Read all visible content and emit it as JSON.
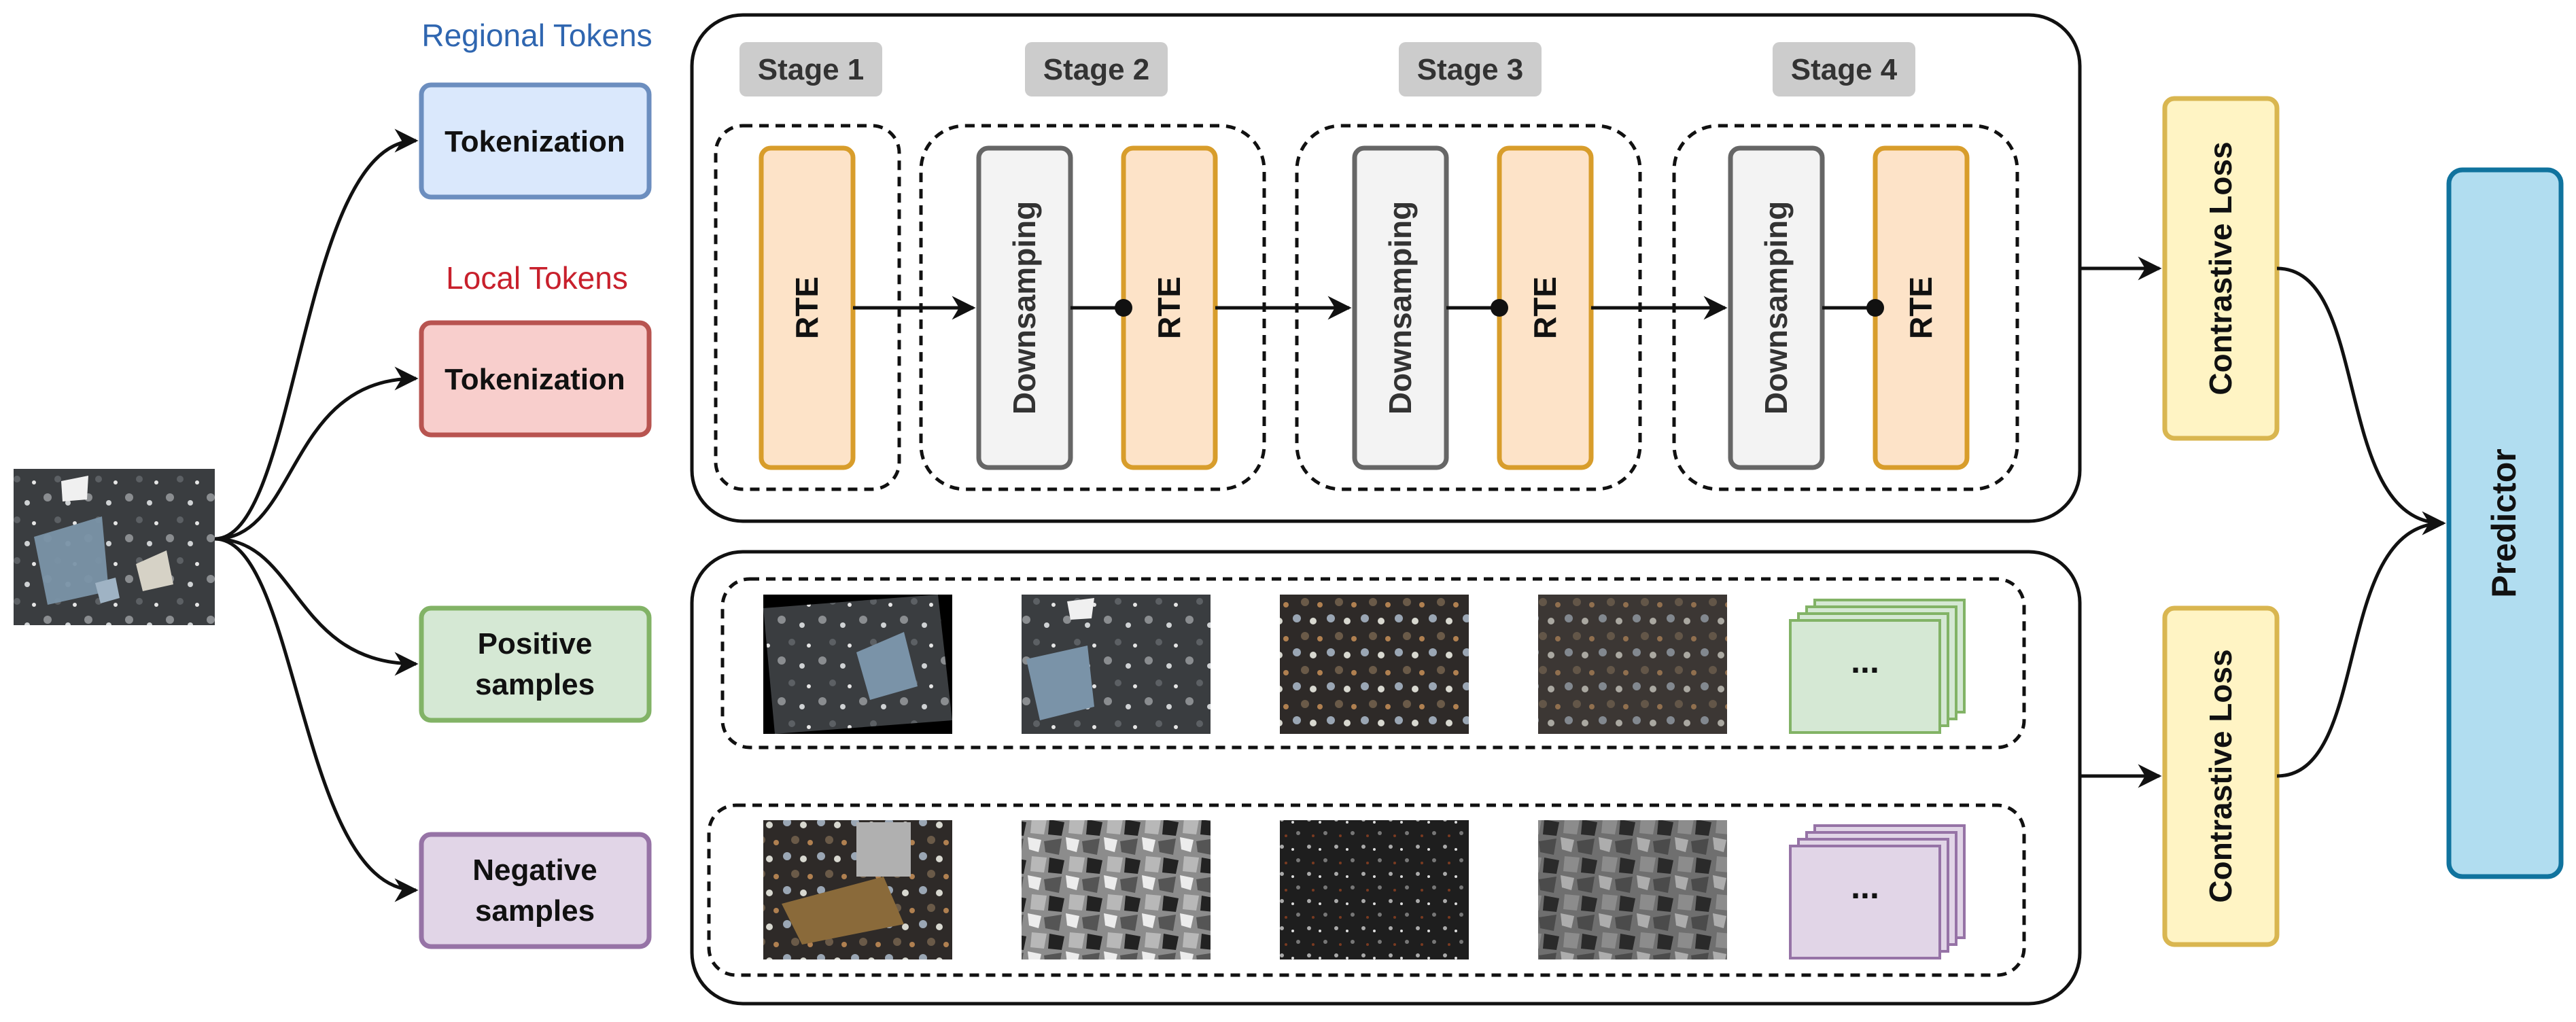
{
  "colors": {
    "regional": "#2f66b0",
    "local": "#c8202c",
    "orange_fill": "#fde3c8",
    "orange_stroke": "#d89d2b",
    "gray_fill": "#f3f3f3",
    "gray_stroke": "#666666",
    "yellow_fill": "#fff4c4",
    "yellow_stroke": "#d9b650",
    "blue_fill": "#dae8fc",
    "blue_stroke": "#6c8ebf",
    "red_fill": "#f8cecc",
    "red_stroke": "#b85450",
    "green_fill": "#d5e8d4",
    "green_stroke": "#82b366",
    "purple_fill": "#e1d5e7",
    "purple_stroke": "#9673a6",
    "predictor_fill": "#b1ddf0",
    "predictor_stroke": "#10739e"
  },
  "headers": {
    "regional_tokens": "Regional Tokens",
    "local_tokens": "Local Tokens"
  },
  "tokenizers": {
    "regional": "Tokenization",
    "local": "Tokenization"
  },
  "samples": {
    "positive_line1": "Positive",
    "positive_line2": "samples",
    "negative_line1": "Negative",
    "negative_line2": "samples"
  },
  "stages": [
    "Stage 1",
    "Stage 2",
    "Stage 3",
    "Stage 4"
  ],
  "blocks": {
    "rte": "RTE",
    "downsampling": "Downsamping"
  },
  "ellipsis": "...",
  "losses": {
    "top": "Contrastive Loss",
    "bottom": "Contrastive Loss"
  },
  "predictor": "Predictor"
}
